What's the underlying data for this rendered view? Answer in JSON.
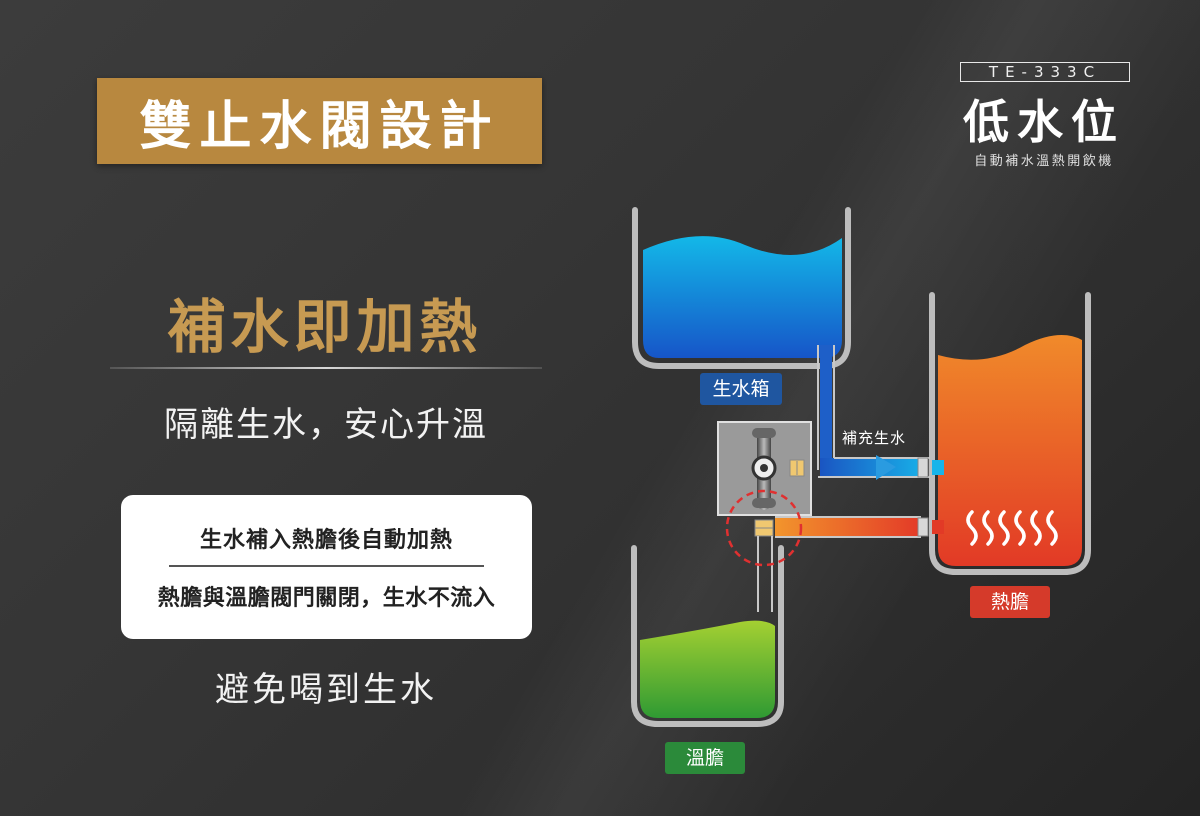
{
  "banner_title": "雙止水閥設計",
  "model": {
    "code": "TE-333C",
    "name": "低水位",
    "subtitle": "自動補水溫熱開飲機"
  },
  "headline": "補水即加熱",
  "subheadline": "隔離生水，安心升溫",
  "card": {
    "line1": "生水補入熱膽後自動加熱",
    "line2": "熱膽與溫膽閥門關閉，生水不流入"
  },
  "footer_text": "避免喝到生水",
  "diagram": {
    "tanks": {
      "raw_water": "生水箱",
      "hot": "熱膽",
      "warm": "溫膽"
    },
    "flow_label": "補充生水"
  },
  "colors": {
    "banner": "#b8883f",
    "headline": "#c79a52",
    "raw_water": "#1580d8",
    "hot_water": "#e8522a",
    "warm_water": "#6fb52c"
  }
}
